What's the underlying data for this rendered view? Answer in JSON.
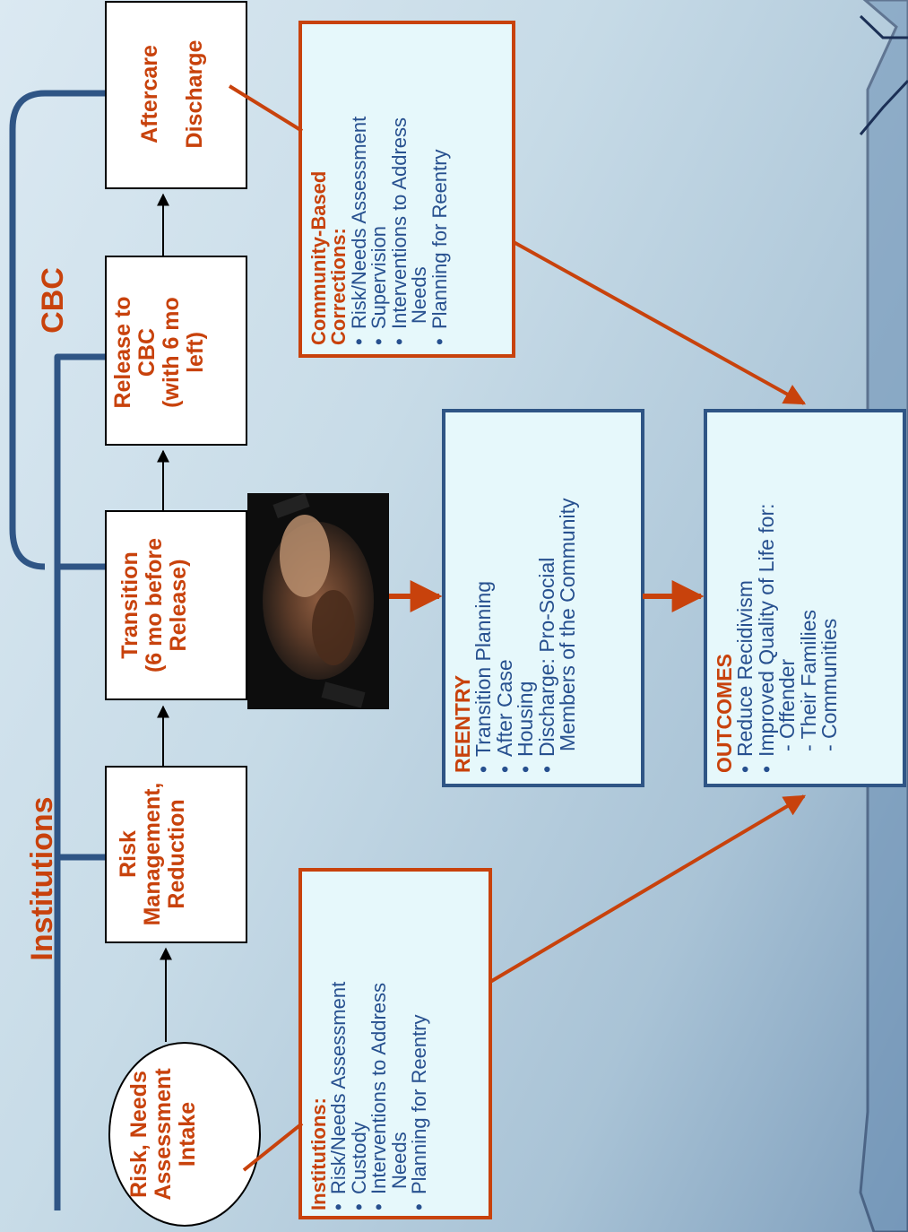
{
  "labels": {
    "institutions": "Institutions",
    "cbc": "CBC"
  },
  "stages": {
    "intake": [
      "Risk, Needs",
      "Assessment",
      "Intake"
    ],
    "risk_management": [
      "Risk",
      "Management,",
      "Reduction"
    ],
    "transition": [
      "Transition",
      "(6 mo before",
      "Release)"
    ],
    "release": [
      "Release to",
      "CBC",
      "(with 6 mo",
      "left)"
    ],
    "aftercare": [
      "Aftercare",
      "Discharge"
    ]
  },
  "institutions_box": {
    "heading": "Institutions:",
    "items": [
      "Risk/Needs Assessment",
      "Custody",
      "Interventions to Address",
      "Needs",
      "Planning for Reentry"
    ]
  },
  "cbc_box": {
    "heading_1": "Community-Based",
    "heading_2": "Corrections:",
    "items": [
      "Risk/Needs Assessment",
      "Supervision",
      "Interventions to Address",
      "Needs",
      "Planning for Reentry"
    ]
  },
  "reentry_box": {
    "heading": "REENTRY",
    "items": [
      "Transition Planning",
      "After Case",
      "Housing",
      "Discharge: Pro-Social",
      "Members of the Community"
    ]
  },
  "outcomes_box": {
    "heading": "OUTCOMES",
    "items": [
      "Reduce Recidivism",
      "Improved Quality of Life for:",
      "- Offender",
      "- Their Families",
      "- Communities"
    ]
  },
  "image": {
    "name": "handshake-photo"
  },
  "colors": {
    "accent": "#c8420c",
    "navy": "#2f5585",
    "text_blue": "#27508f",
    "panel": "#e6f8fb"
  }
}
